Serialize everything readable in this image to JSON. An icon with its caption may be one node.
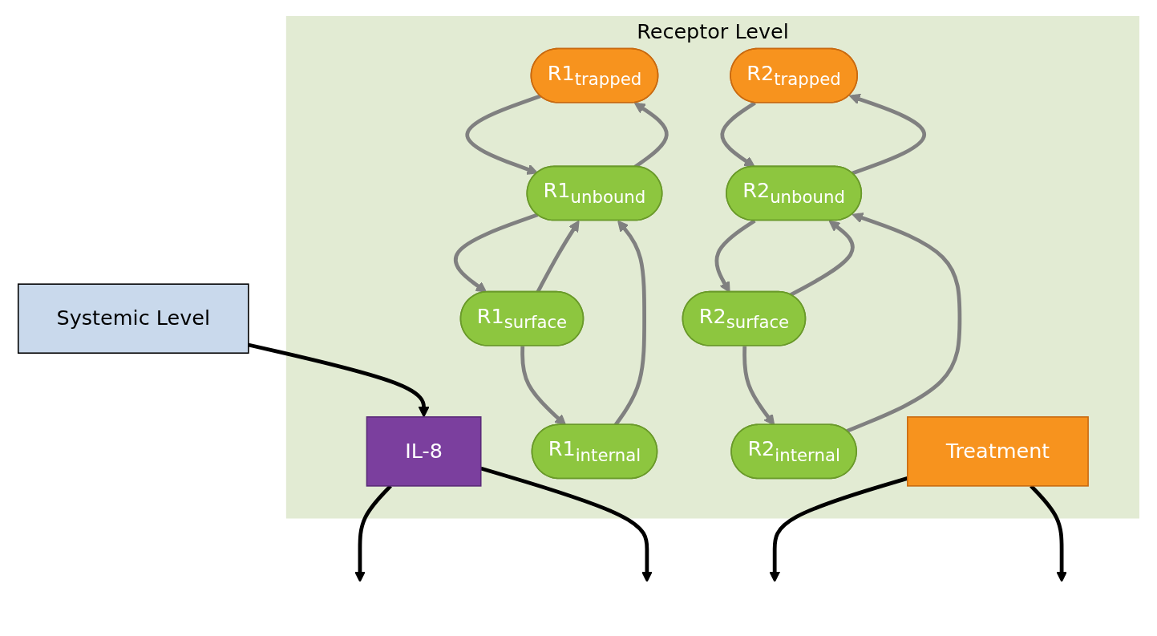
{
  "diagram": {
    "nodes": [
      {
        "text": [
          "Receptor Level"
        ]
      },
      {
        "text": [
          "R1$_{trapped}$"
        ],
        "in": 0
      },
      {
        "text": [
          "R2$_{trapped}$"
        ],
        "in": 0
      },
      {
        "text": [
          "Treatment"
        ],
        "in": 0
      },
      {
        "text": [
          "R1$_{internal}$"
        ],
        "in": 0
      },
      {
        "text": [
          "R1$_{unbound}$"
        ],
        "in": 0
      },
      {
        "text": [
          "R2$_{unbound}$"
        ],
        "in": 0
      },
      {
        "text": [
          "R2$_{internal}$"
        ],
        "in": 0
      },
      {
        "text": [
          "R1$_{surface}$"
        ],
        "in": 0
      },
      {
        "text": [
          "IL-8"
        ],
        "in": 0
      },
      {
        "text": [
          "R2$_{surface}$"
        ],
        "in": 0
      },
      {
        "text": [
          "Systemic Level"
        ]
      }
    ],
    "edges": [
      {
        "from": 1,
        "to": 5,
        "arrow": "to"
      },
      {
        "from": 5,
        "to": 1,
        "arrow": "to"
      },
      {
        "from": 2,
        "to": 6,
        "arrow": "to"
      },
      {
        "from": 6,
        "to": 2,
        "arrow": "to"
      },
      {
        "from": 3,
        "to": null,
        "arrow": "to",
        "color": "#000000"
      },
      {
        "from": 3,
        "to": null,
        "arrow": "to",
        "color": "#000000"
      },
      {
        "from": 4,
        "to": 5,
        "arrow": "to"
      },
      {
        "from": 7,
        "to": 6,
        "arrow": "to"
      },
      {
        "from": 8,
        "to": 4,
        "arrow": "to"
      },
      {
        "from": 8,
        "to": 5,
        "arrow": "to"
      },
      {
        "from": 5,
        "to": 8,
        "arrow": "to"
      },
      {
        "from": 6,
        "to": 10,
        "arrow": "to"
      },
      {
        "from": 10,
        "to": 6,
        "arrow": "to"
      },
      {
        "from": 10,
        "to": 7,
        "arrow": "to"
      },
      {
        "from": 9,
        "to": null,
        "arrow": "to",
        "color": "#000000"
      },
      {
        "from": 9,
        "to": null,
        "arrow": "to",
        "color": "#000000"
      },
      {
        "from": 11,
        "to": 9,
        "arrow": "to",
        "color": "#000000"
      }
    ]
  }
}
